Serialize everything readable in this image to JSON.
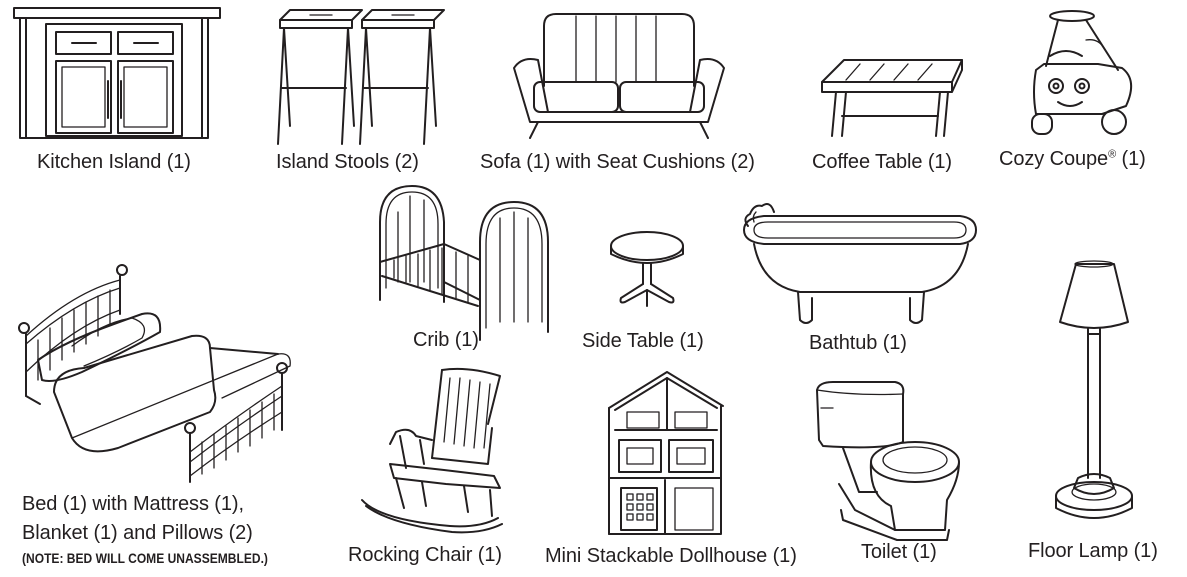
{
  "items": {
    "kitchen_island": {
      "icon": "kitchen-island-illustration",
      "caption": "Kitchen Island (1)"
    },
    "island_stools": {
      "icon": "island-stools-illustration",
      "caption": "Island Stools (2)"
    },
    "sofa": {
      "icon": "sofa-illustration",
      "caption": "Sofa (1) with Seat Cushions (2)"
    },
    "coffee_table": {
      "icon": "coffee-table-illustration",
      "caption": "Coffee Table (1)"
    },
    "cozy_coupe": {
      "icon": "cozy-coupe-illustration",
      "caption_pre": "Cozy Coupe",
      "caption_mark": "®",
      "caption_post": " (1)"
    },
    "crib": {
      "icon": "crib-illustration",
      "caption": "Crib (1)"
    },
    "side_table": {
      "icon": "side-table-illustration",
      "caption": "Side Table (1)"
    },
    "bathtub": {
      "icon": "bathtub-illustration",
      "caption": "Bathtub (1)"
    },
    "bed": {
      "icon": "bed-illustration",
      "caption_line1": "Bed (1) with Mattress (1),",
      "caption_line2": "Blanket (1) and Pillows (2)",
      "note": "(NOTE: BED WILL COME UNASSEMBLED.)"
    },
    "floor_lamp": {
      "icon": "floor-lamp-illustration",
      "caption": "Floor Lamp (1)"
    },
    "rocking_chair": {
      "icon": "rocking-chair-illustration",
      "caption": "Rocking Chair (1)"
    },
    "dollhouse": {
      "icon": "dollhouse-illustration",
      "caption": "Mini Stackable Dollhouse (1)"
    },
    "toilet": {
      "icon": "toilet-illustration",
      "caption": "Toilet (1)"
    }
  }
}
